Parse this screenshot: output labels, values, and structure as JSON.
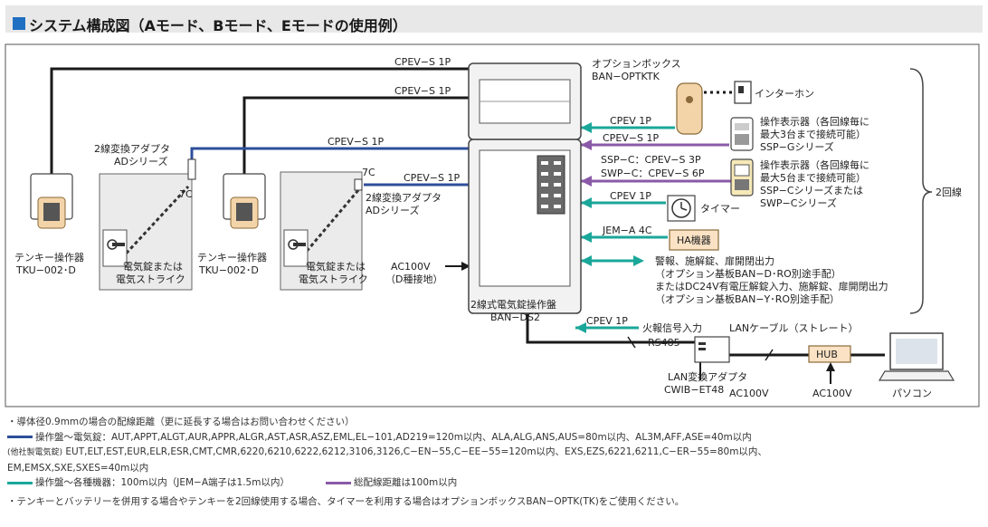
{
  "title": "システム構成図（Aモード、Bモード、Eモードの使用例）",
  "colors": {
    "accent": "#1f6fc2",
    "blue_line": "#2d4f9a",
    "teal_line": "#1aa79a",
    "purple_line": "#8a5aa8",
    "black_line": "#1a1a1a"
  },
  "diagram": {
    "cables": {
      "c1": "CPEV−S 1P",
      "c2": "CPEV−S 1P",
      "c3": "CPEV−S 1P",
      "c4": "CPEV−S 1P",
      "c5": "CPEV 1P",
      "c6": "CPEV−S 1P",
      "c7": "SSP−C：CPEV−S 3P",
      "c8": "SWP−C：CPEV−S 6P",
      "c9": "CPEV 1P",
      "c10": "JEM−A 4C",
      "c11": "CPEV 1P"
    },
    "option_box": {
      "label1": "オプションボックス",
      "label2": "BAN−OPTKTK"
    },
    "intercom": "インターホン",
    "display_g": {
      "l1": "操作表示器（各回線毎に",
      "l2": "最大3台まで接続可能）",
      "l3": "SSP−Gシリーズ"
    },
    "display_c": {
      "l1": "操作表示器（各回線毎に",
      "l2": "最大5台まで接続可能）",
      "l3": "SSP−Cシリーズまたは",
      "l4": "SWP−Cシリーズ"
    },
    "timer": "タイマー",
    "ha": "HA機器",
    "outputs": {
      "l1": "警報、施解錠、扉開閉出力",
      "l2": "（オプション基板BAN−D･RO別途手配）",
      "l3": "またはDC24V有電圧解錠入力、施解錠、扉開閉出力",
      "l4": "（オプション基板BAN−Y･RO別途手配）"
    },
    "two_circuits": "2回線",
    "adapter_left": {
      "l1": "2線変換アダプタ",
      "l2": "ADシリーズ"
    },
    "adapter_right": {
      "l1": "2線変換アダプタ",
      "l2": "ADシリーズ"
    },
    "seven_c_left": "7C",
    "seven_c_right": "7C",
    "tenkey_left": {
      "l1": "テンキー操作器",
      "l2": "TKU−002･D"
    },
    "tenkey_right": {
      "l1": "テンキー操作器",
      "l2": "TKU−002･D"
    },
    "lock_left": {
      "l1": "電気錠または",
      "l2": "電気ストライク"
    },
    "lock_right": {
      "l1": "電気錠または",
      "l2": "電気ストライク"
    },
    "ac_main": {
      "l1": "AC100V",
      "l2": "（D種接地）"
    },
    "panel": {
      "l1": "2線式電気錠操作盤",
      "l2": "BAN−DS2"
    },
    "fire_input": "火報信号入力",
    "rs485": "RS485",
    "lan_cable": "LANケーブル（ストレート）",
    "hub": "HUB",
    "lan_adapter": {
      "l1": "LAN変換アダプタ",
      "l2": "CWIB−ET48"
    },
    "ac_adapter": "AC100V",
    "ac_hub": "AC100V",
    "pc": "パソコン"
  },
  "notes": {
    "n1": "・導体径0.9mmの場合の配線距離（更に延長する場合はお問い合わせください）",
    "n2": "操作盤〜電気錠：AUT,APPT,ALGT,AUR,APPR,ALGR,AST,ASR,ASZ,EML,EL−101,AD219=120m以内、ALA,ALG,ANS,AUS=80m以内、AL3M,AFF,ASE=40m以内",
    "n3a": "(他社製電気錠)",
    "n3b": " EUT,ELT,EST,EUR,ELR,ESR,CMT,CMR,6220,6210,6222,6212,3106,3126,C−EN−55,C−EE−55=120m以内、EXS,EZS,6221,6211,C−ER−55=80m以内、",
    "n4": "EM,EMSX,SXE,SXES=40m以内",
    "n5a": "操作盤〜各種機器：100m以内（JEM−A端子は1.5m以内）",
    "n5b": "総配線距離は100m以内",
    "n6": "・テンキーとバッテリーを併用する場合やテンキーを2回線使用する場合、タイマーを利用する場合はオプションボックスBAN−OPTK(TK)をご使用ください。"
  }
}
